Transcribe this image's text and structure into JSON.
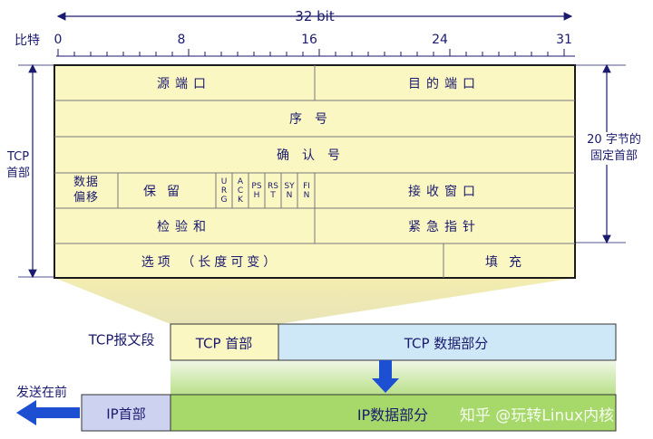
{
  "header": {
    "width_label": "32 bit",
    "bit_label": "比特",
    "bit_ticks": [
      "0",
      "8",
      "16",
      "24",
      "31"
    ]
  },
  "left": {
    "tcp_header_label": "TCP\n首部"
  },
  "right": {
    "fixed_header_label": "20 字节的\n固定首部"
  },
  "fields": {
    "src_port": "源端口",
    "dst_port": "目的端口",
    "seq": "序号",
    "ack_num": "确认号",
    "data_offset": "数据\n偏移",
    "reserved": "保留",
    "flags": [
      "URG",
      "ACK",
      "PSH",
      "RST",
      "SYN",
      "FIN"
    ],
    "window": "接收窗口",
    "checksum": "检验和",
    "urgent_ptr": "紧急指针",
    "options": "选项 （长度可变）",
    "padding": "填充"
  },
  "segment": {
    "label": "TCP报文段",
    "tcp_header": "TCP 首部",
    "tcp_data": "TCP 数据部分"
  },
  "ip": {
    "send_first": "发送在前",
    "ip_header": "IP首部",
    "ip_data": "IP数据部分"
  },
  "watermark": "知乎 @玩转Linux内核",
  "colors": {
    "field_fill": "#fbf7c3",
    "tcp_header_fill": "#fbf7c3",
    "tcp_data_fill": "#cfe8f7",
    "ip_header_fill": "#cdd2f0",
    "ip_data_fill": "#a6d96a",
    "arrow_blue": "#1c4fd1",
    "text": "#1a1a6e"
  }
}
